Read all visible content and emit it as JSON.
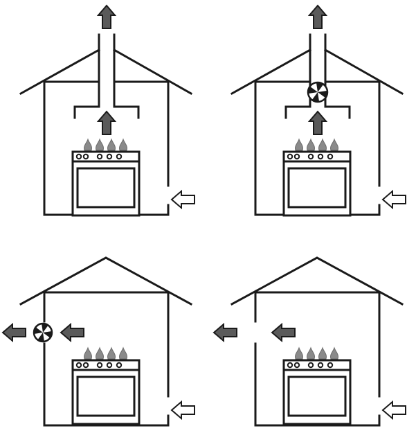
{
  "figure": {
    "panels": [
      {
        "ventilation": "ducted-hood-passive",
        "exhaust_path": "roof-duct",
        "fan": false,
        "burner_flames": 4,
        "stove_knobs": 5
      },
      {
        "ventilation": "ducted-hood-fan",
        "exhaust_path": "roof-duct",
        "fan": true,
        "burner_flames": 4,
        "stove_knobs": 5
      },
      {
        "ventilation": "wall-exhaust-fan",
        "exhaust_path": "wall-opening",
        "fan": true,
        "burner_flames": 4,
        "stove_knobs": 5
      },
      {
        "ventilation": "wall-opening-passive",
        "exhaust_path": "wall-opening",
        "fan": false,
        "burner_flames": 4,
        "stove_knobs": 5
      }
    ],
    "colors": {
      "line": "#1a1a1a",
      "exhaust_arrow": "#5a5a5a",
      "intake_arrow": "#ffffff",
      "flame": "#8a8a8a",
      "background": "#ffffff"
    },
    "icons": [
      "house-outline-icon",
      "range-hood-icon",
      "fan-icon",
      "stove-icon",
      "flame-icon",
      "exhaust-arrow-icon",
      "intake-arrow-icon"
    ]
  }
}
